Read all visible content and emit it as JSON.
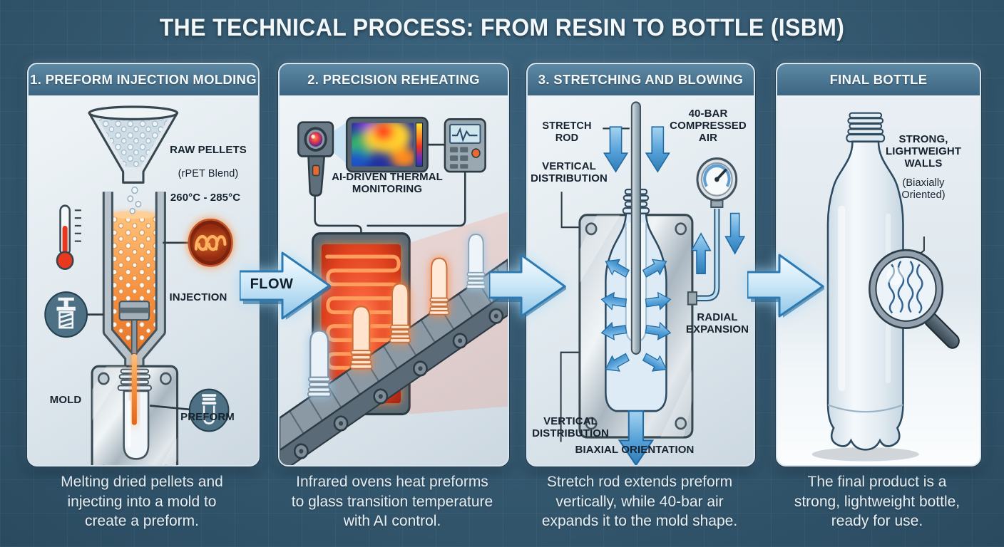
{
  "title": "THE TECHNICAL PROCESS: FROM RESIN TO BOTTLE (ISBM)",
  "flow_label": "FLOW",
  "panels": [
    {
      "header": "1. PREFORM INJECTION MOLDING",
      "labels": {
        "raw_pellets": "RAW PELLETS",
        "raw_pellets_sub": "(rPET Blend)",
        "temperature": "260°C - 285°C",
        "injection": "INJECTION",
        "mold": "MOLD",
        "preform": "PREFORM"
      },
      "caption": "Melting dried pellets and\ninjecting into a mold to\ncreate a preform."
    },
    {
      "header": "2. PRECISION REHEATING",
      "labels": {
        "thermal_monitoring": "AI-DRIVEN THERMAL\nMONITORING"
      },
      "caption": "Infrared ovens heat preforms\nto glass transition temperature\nwith AI control."
    },
    {
      "header": "3. STRETCHING AND BLOWING",
      "labels": {
        "stretch_rod": "STRETCH ROD",
        "vertical_distribution": "VERTICAL\nDISTRIBUTION",
        "compressed_air": "40-BAR\nCOMPRESSED\nAIR",
        "radial_expansion": "RADIAL\nEXPANSION",
        "vertical_distribution_2": "VERTICAL\nDISTRIBUTION",
        "biaxial_orientation": "BIAXIAL ORIENTATION"
      },
      "caption": "Stretch rod extends preform\nvertically, while 40-bar air\nexpands it to the mold shape."
    },
    {
      "header": "FINAL BOTTLE",
      "labels": {
        "walls": "STRONG,\nLIGHTWEIGHT\nWALLS",
        "walls_sub": "(Biaxially\nOriented)"
      },
      "caption": "The final product is a\nstrong, lightweight bottle,\nready for use."
    }
  ],
  "icons": {
    "thermometer-icon": "thermometer",
    "heater-coil-icon": "glowing heating coil",
    "injection-icon": "injection press",
    "preform-icon": "preform tube",
    "thermal-camera-icon": "handheld thermal camera",
    "thermal-display-icon": "thermal heatmap screen",
    "controller-icon": "monitoring controller",
    "pressure-gauge-icon": "pressure gauge",
    "magnifier-icon": "magnifying glass over polymer chains"
  },
  "colors": {
    "background": "#34586f",
    "panel_header": "#44708c",
    "panel_body": "#e3eaef",
    "accent_blue": "#3a8fd2",
    "molten_orange": "#f08232",
    "heat_red": "#d93a20",
    "text_dark": "#16222e",
    "text_light": "#e9f0f5"
  }
}
